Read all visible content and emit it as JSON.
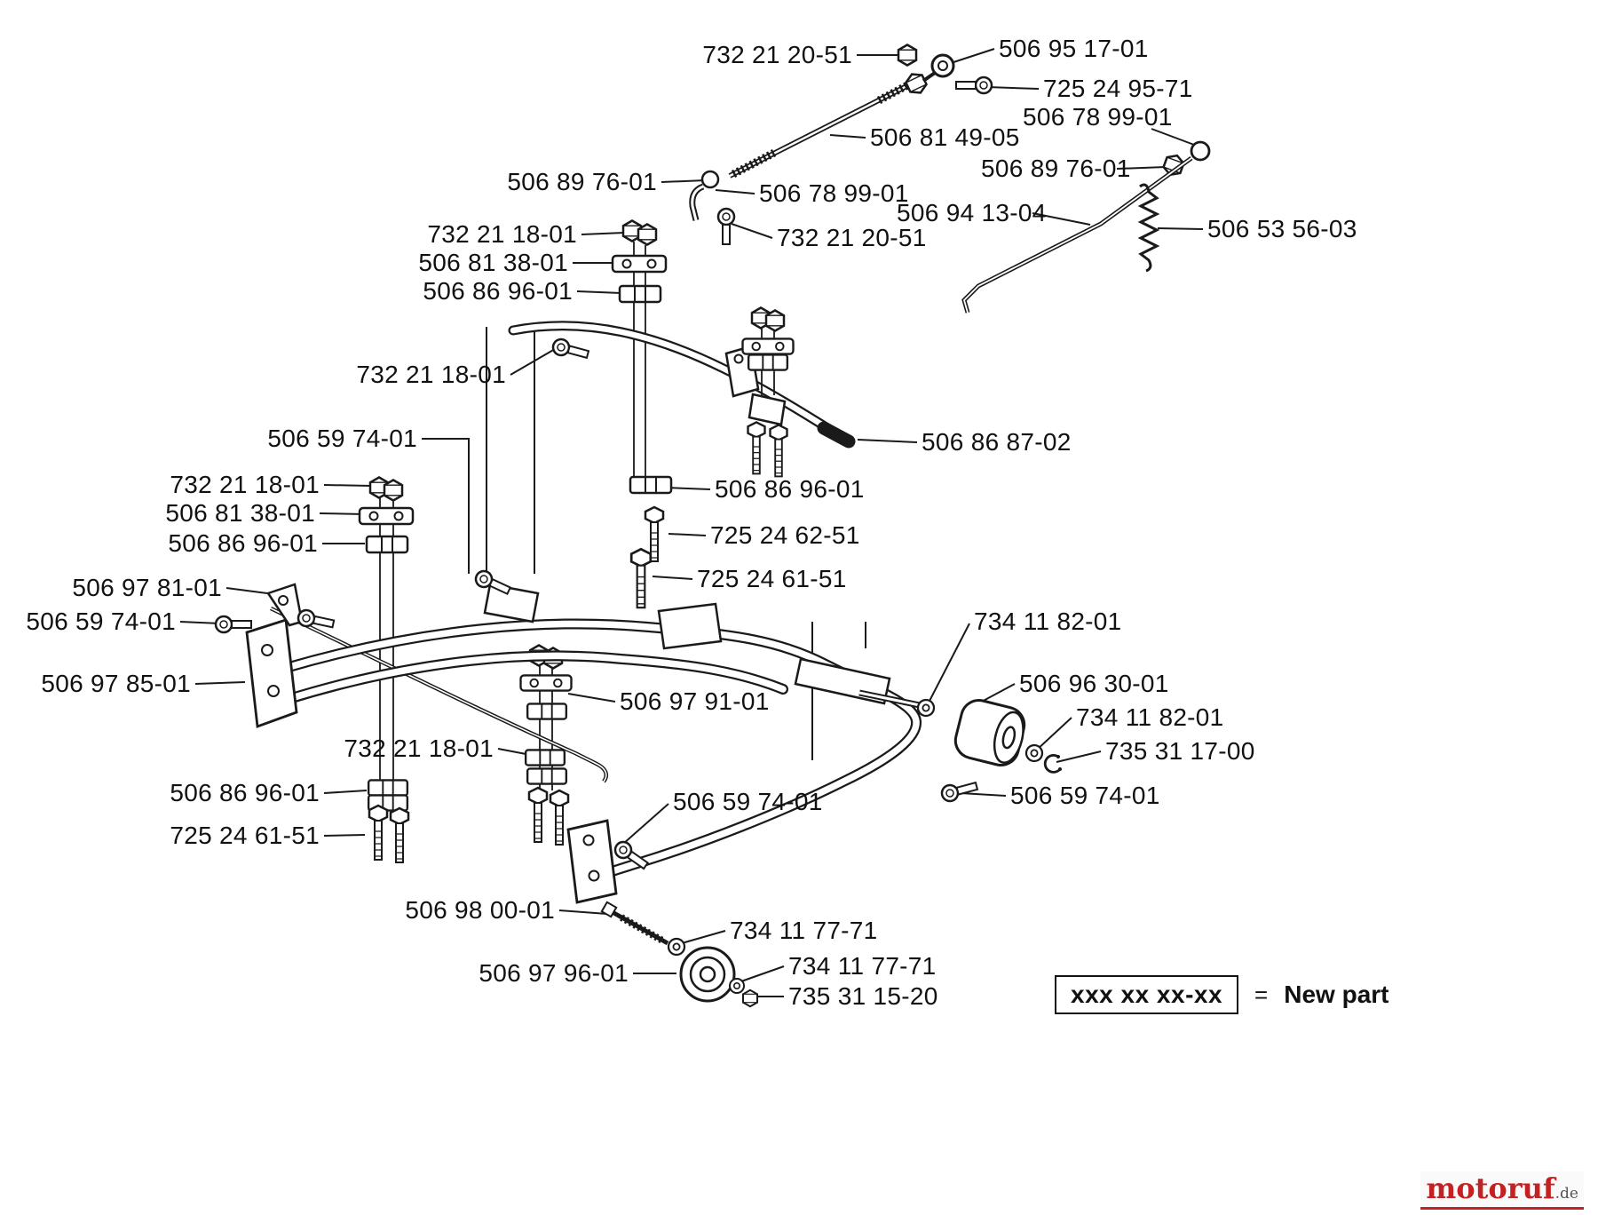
{
  "diagram": {
    "labels": [
      "732 21 20-51",
      "506 95 17-01",
      "725 24 95-71",
      "506 78 99-01",
      "506 81 49-05",
      "506 89 76-01",
      "506 89 76-01",
      "506 78 99-01",
      "506 94 13-04",
      "732 21 20-51",
      "506 53 56-03",
      "732 21 18-01",
      "506 81 38-01",
      "506 86 96-01",
      "732 21 18-01",
      "506 59 74-01",
      "732 21 18-01",
      "506 81 38-01",
      "506 86 96-01",
      "506 86 87-02",
      "506 86 96-01",
      "725 24 62-51",
      "725 24 61-51",
      "506 97 81-01",
      "506 59 74-01",
      "506 97 85-01",
      "734 11 82-01",
      "506 96 30-01",
      "734 11 82-01",
      "735 31 17-00",
      "506 97 91-01",
      "732 21 18-01",
      "506 59 74-01",
      "506 86 96-01",
      "506 59 74-01",
      "725 24 61-51",
      "506 98 00-01",
      "734 11 77-71",
      "506 97 96-01",
      "734 11 77-71",
      "735 31 15-20"
    ]
  },
  "legend": {
    "box_text": "xxx xx xx-xx",
    "equals": "=",
    "label": "New part"
  },
  "watermark": {
    "brand": "motoruf",
    "tld": ".de"
  }
}
